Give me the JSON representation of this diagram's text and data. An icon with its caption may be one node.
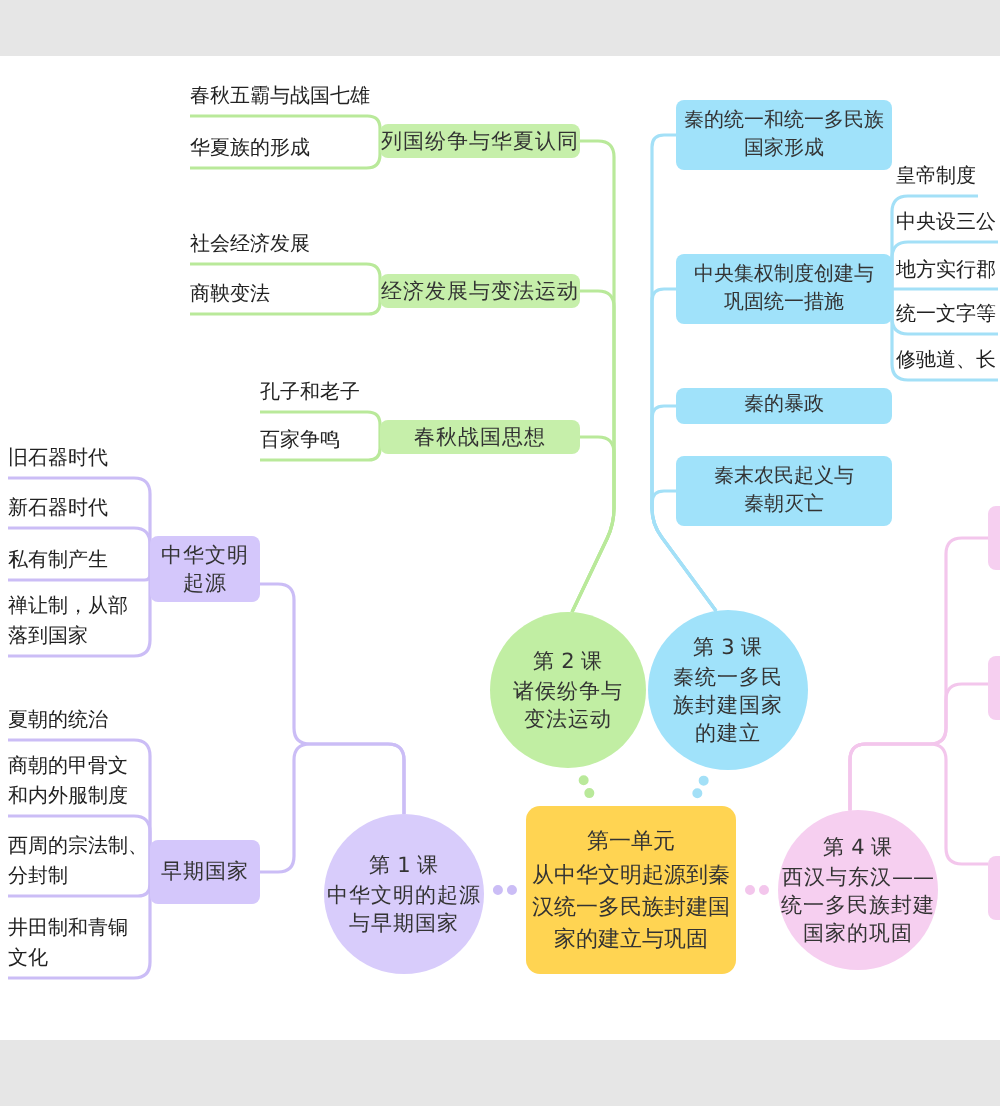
{
  "diagram": {
    "nodes": [
      {
        "text": [
          "第一单元",
          "从中华文明起源到秦汉统一多民族封建国家的建立与巩固"
        ]
      },
      {
        "text": [
          "第 1 课",
          "中华文明的起源与早期国家"
        ]
      },
      {
        "text": [
          "中华文明起源"
        ]
      },
      {
        "text": [
          "早期国家"
        ]
      },
      {
        "text": [
          "旧石器时代"
        ]
      },
      {
        "text": [
          "新石器时代"
        ]
      },
      {
        "text": [
          "私有制产生"
        ]
      },
      {
        "text": [
          "禅让制，从部落到国家"
        ]
      },
      {
        "text": [
          "夏朝的统治"
        ]
      },
      {
        "text": [
          "商朝的甲骨文和内外服制度"
        ]
      },
      {
        "text": [
          "西周的宗法制、分封制"
        ]
      },
      {
        "text": [
          "井田制和青铜文化"
        ]
      },
      {
        "text": [
          "第 2 课",
          "诸侯纷争与变法运动"
        ]
      },
      {
        "text": [
          "列国纷争与华夏认同"
        ]
      },
      {
        "text": [
          "经济发展与变法运动"
        ]
      },
      {
        "text": [
          "春秋战国思想"
        ]
      },
      {
        "text": [
          "春秋五霸与战国七雄"
        ]
      },
      {
        "text": [
          "华夏族的形成"
        ]
      },
      {
        "text": [
          "社会经济发展"
        ]
      },
      {
        "text": [
          "商鞅变法"
        ]
      },
      {
        "text": [
          "孔子和老子"
        ]
      },
      {
        "text": [
          "百家争鸣"
        ]
      },
      {
        "text": [
          "第 3 课",
          "秦统一多民族封建国家的建立"
        ]
      },
      {
        "text": [
          "秦的统一和统一多民族国家形成"
        ]
      },
      {
        "text": [
          "中央集权制度创建与巩固统一措施"
        ]
      },
      {
        "text": [
          "秦的暴政"
        ]
      },
      {
        "text": [
          "秦末农民起义与秦朝灭亡"
        ]
      },
      {
        "text": [
          "皇帝制度"
        ]
      },
      {
        "text": [
          "中央设三公"
        ]
      },
      {
        "text": [
          "地方实行郡"
        ]
      },
      {
        "text": [
          "统一文字等"
        ]
      },
      {
        "text": [
          "修驰道、长"
        ]
      },
      {
        "text": [
          "第 4 课",
          "西汉与东汉——统一多民族封建国家的巩固"
        ]
      },
      {
        "text": [],
        "shape": "box"
      },
      {
        "text": [],
        "shape": "box"
      },
      {
        "text": [],
        "shape": "box"
      }
    ],
    "edges": [
      {
        "from": 0,
        "to": 1,
        "arrow": "none",
        "style": "dashed",
        "color": "#cbbdf6"
      },
      {
        "from": 0,
        "to": 12,
        "arrow": "none",
        "style": "dashed",
        "color": "#b9e99a"
      },
      {
        "from": 0,
        "to": 22,
        "arrow": "none",
        "style": "dashed",
        "color": "#a3e0f7"
      },
      {
        "from": 0,
        "to": 32,
        "arrow": "none",
        "style": "dashed",
        "color": "#f3c6ec"
      },
      {
        "from": 1,
        "to": 2,
        "arrow": "none",
        "color": "#cbbdf6"
      },
      {
        "from": 1,
        "to": 3,
        "arrow": "none",
        "color": "#cbbdf6"
      },
      {
        "from": 2,
        "to": 4,
        "arrow": "none",
        "color": "#cbbdf6"
      },
      {
        "from": 2,
        "to": 5,
        "arrow": "none",
        "color": "#cbbdf6"
      },
      {
        "from": 2,
        "to": 6,
        "arrow": "none",
        "color": "#cbbdf6"
      },
      {
        "from": 2,
        "to": 7,
        "arrow": "none",
        "color": "#cbbdf6"
      },
      {
        "from": 3,
        "to": 8,
        "arrow": "none",
        "color": "#cbbdf6"
      },
      {
        "from": 3,
        "to": 9,
        "arrow": "none",
        "color": "#cbbdf6"
      },
      {
        "from": 3,
        "to": 10,
        "arrow": "none",
        "color": "#cbbdf6"
      },
      {
        "from": 3,
        "to": 11,
        "arrow": "none",
        "color": "#cbbdf6"
      },
      {
        "from": 12,
        "to": 13,
        "arrow": "none",
        "color": "#b9e99a"
      },
      {
        "from": 12,
        "to": 14,
        "arrow": "none",
        "color": "#b9e99a"
      },
      {
        "from": 12,
        "to": 15,
        "arrow": "none",
        "color": "#b9e99a"
      },
      {
        "from": 13,
        "to": 16,
        "arrow": "none",
        "color": "#b9e99a"
      },
      {
        "from": 13,
        "to": 17,
        "arrow": "none",
        "color": "#b9e99a"
      },
      {
        "from": 14,
        "to": 18,
        "arrow": "none",
        "color": "#b9e99a"
      },
      {
        "from": 14,
        "to": 19,
        "arrow": "none",
        "color": "#b9e99a"
      },
      {
        "from": 15,
        "to": 20,
        "arrow": "none",
        "color": "#b9e99a"
      },
      {
        "from": 15,
        "to": 21,
        "arrow": "none",
        "color": "#b9e99a"
      },
      {
        "from": 22,
        "to": 23,
        "arrow": "none",
        "color": "#a3e0f7"
      },
      {
        "from": 22,
        "to": 24,
        "arrow": "none",
        "color": "#a3e0f7"
      },
      {
        "from": 22,
        "to": 25,
        "arrow": "none",
        "color": "#a3e0f7"
      },
      {
        "from": 22,
        "to": 26,
        "arrow": "none",
        "color": "#a3e0f7"
      },
      {
        "from": 24,
        "to": 27,
        "arrow": "none",
        "color": "#a3e0f7"
      },
      {
        "from": 24,
        "to": 28,
        "arrow": "none",
        "color": "#a3e0f7"
      },
      {
        "from": 24,
        "to": 29,
        "arrow": "none",
        "color": "#a3e0f7"
      },
      {
        "from": 24,
        "to": 30,
        "arrow": "none",
        "color": "#a3e0f7"
      },
      {
        "from": 24,
        "to": 31,
        "arrow": "none",
        "color": "#a3e0f7"
      },
      {
        "from": 32,
        "to": 33,
        "arrow": "none",
        "color": "#f3c6ec"
      },
      {
        "from": 32,
        "to": 34,
        "arrow": "none",
        "color": "#f3c6ec"
      },
      {
        "from": 32,
        "to": 35,
        "arrow": "none",
        "color": "#f3c6ec"
      }
    ]
  }
}
